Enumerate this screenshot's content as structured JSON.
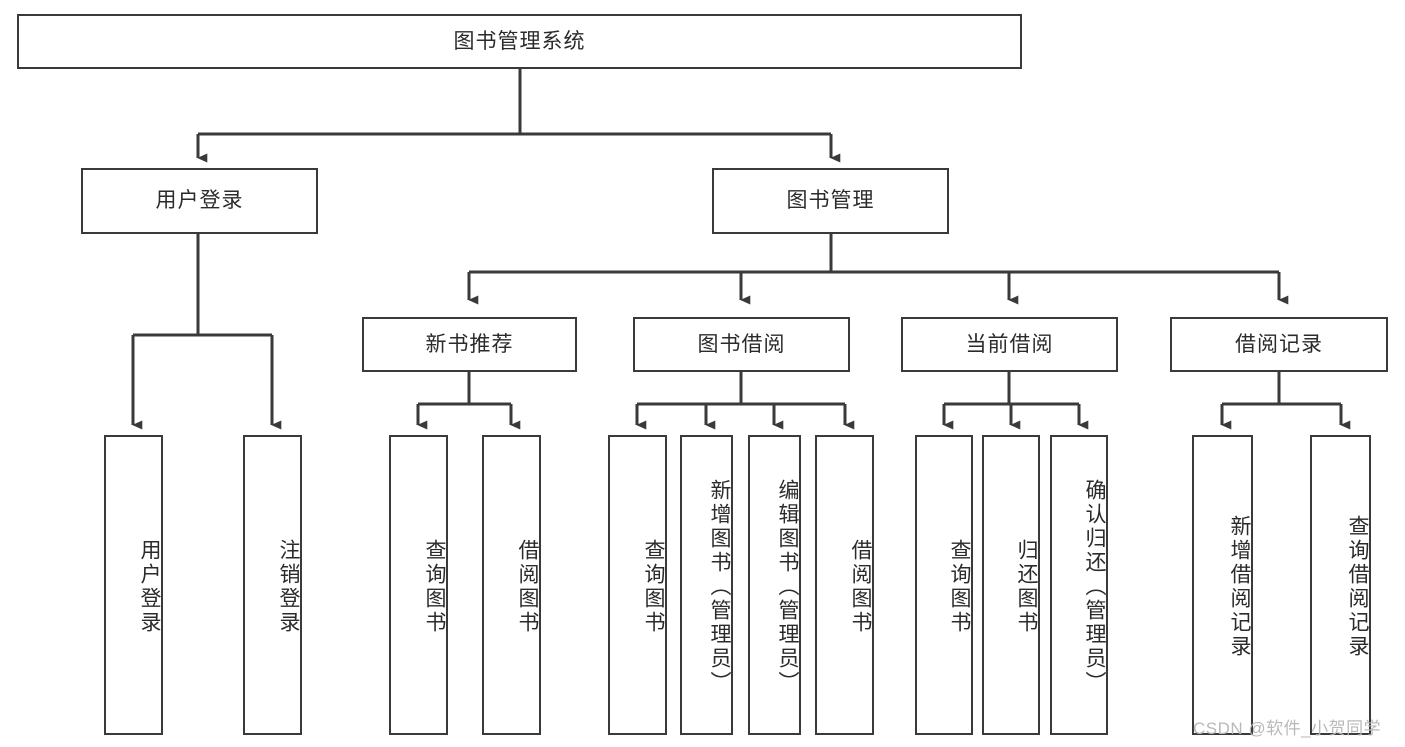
{
  "diagram": {
    "title": "图书管理系统",
    "type": "tree",
    "watermark": "CSDN @软件_小贺同学",
    "colors": {
      "box_border": "#3a3a3a",
      "box_fill": "#ffffff",
      "connector": "#3a3a3a",
      "text": "#2b2b2b",
      "watermark": "#b9b9b9",
      "background": "#ffffff"
    },
    "root": {
      "label": "图书管理系统"
    },
    "level2": [
      {
        "id": "user-login",
        "label": "用户登录"
      },
      {
        "id": "book-management",
        "label": "图书管理"
      }
    ],
    "level3": [
      {
        "id": "new-book-recommend",
        "label": "新书推荐",
        "parent": "book-management"
      },
      {
        "id": "book-borrow",
        "label": "图书借阅",
        "parent": "book-management"
      },
      {
        "id": "current-borrow",
        "label": "当前借阅",
        "parent": "book-management"
      },
      {
        "id": "borrow-record",
        "label": "借阅记录",
        "parent": "book-management"
      }
    ],
    "leaves": {
      "user_login": [
        {
          "id": "leaf-user-login",
          "label": "用户登录"
        },
        {
          "id": "leaf-logout",
          "label": "注销登录"
        }
      ],
      "new_book_recommend": [
        {
          "id": "leaf-query-book-1",
          "label": "查询图书"
        },
        {
          "id": "leaf-borrow-book-1",
          "label": "借阅图书"
        }
      ],
      "book_borrow": [
        {
          "id": "leaf-query-book-2",
          "label": "查询图书"
        },
        {
          "id": "leaf-add-book",
          "label": "新增图书（管理员）"
        },
        {
          "id": "leaf-edit-book",
          "label": "编辑图书（管理员）"
        },
        {
          "id": "leaf-borrow-book-2",
          "label": "借阅图书"
        }
      ],
      "current_borrow": [
        {
          "id": "leaf-query-book-3",
          "label": "查询图书"
        },
        {
          "id": "leaf-return-book",
          "label": "归还图书"
        },
        {
          "id": "leaf-confirm-return",
          "label": "确认归还（管理员）"
        }
      ],
      "borrow_record": [
        {
          "id": "leaf-add-record",
          "label": "新增借阅记录"
        },
        {
          "id": "leaf-query-record",
          "label": "查询借阅记录"
        }
      ]
    }
  }
}
